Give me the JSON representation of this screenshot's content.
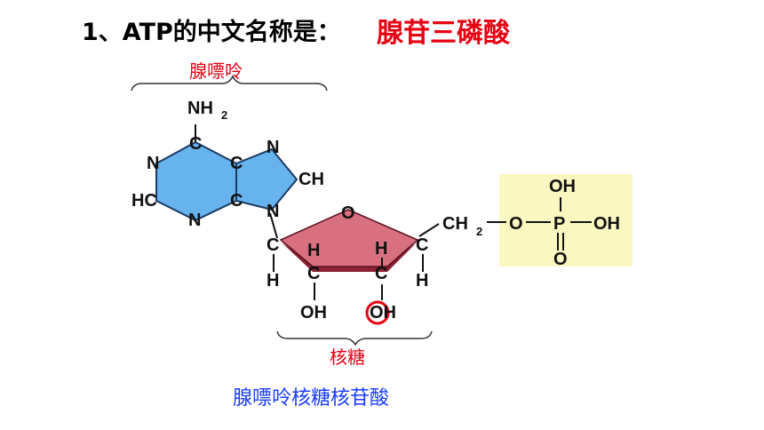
{
  "question": {
    "prefix": "1、ATP的中文名称是：",
    "answer": "腺苷三磷酸"
  },
  "brackets": {
    "adenine_label": "腺嘌呤",
    "ribose_label": "核糖"
  },
  "bottom_caption": "腺嘌呤核糖核苷酸",
  "atoms": {
    "amine_n": "NH",
    "amine_sub": "2",
    "c_top": "C",
    "n_left": "N",
    "c_mid_left": "C",
    "n_right_top": "N",
    "ch_right": "CH",
    "hc_left": "HC",
    "c_mid_right": "C",
    "n_bottom": "N",
    "n_link": "N",
    "ring_o": "O",
    "c1": "C",
    "h1": "H",
    "c2": "C",
    "h2": "H",
    "oh2": "OH",
    "c3": "C",
    "h3": "H",
    "oh3": "OH",
    "c4": "C",
    "h4": "H",
    "ch2": "CH",
    "ch2_sub": "2",
    "o_bridge": "O",
    "p": "P",
    "oh_top": "OH",
    "oh_right": "OH",
    "o_double": "O"
  },
  "colors": {
    "adenine_fill": "#66b3ee",
    "ribose_top": "#d9707f",
    "ribose_side": "#8a2030",
    "phosphate_bg": "#fbf7c0",
    "highlight_ring": "#e60012"
  }
}
